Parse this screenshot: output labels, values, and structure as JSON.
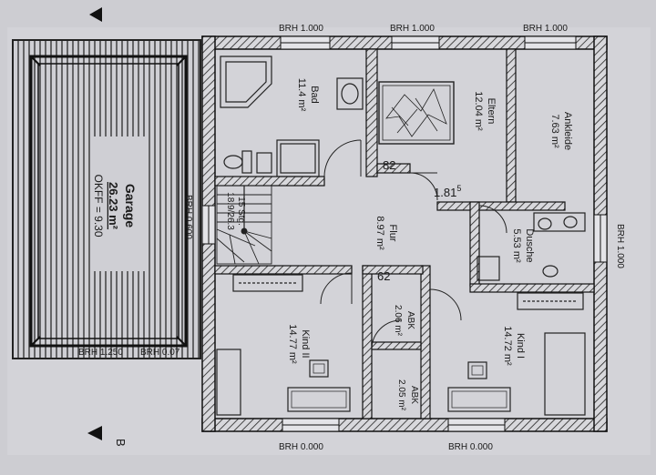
{
  "brh": {
    "top_left": "BRH 1.000",
    "top_mid": "BRH 1.000",
    "top_right": "BRH 1.000",
    "right": "BRH 1.000",
    "garage_right": "BRH 0.600",
    "garage_bottom_a": "BRH 1.250",
    "garage_bottom_b": "BRH 0.07",
    "bottom_left": "BRH 0.000",
    "bottom_right": "BRH 0.000"
  },
  "garage": {
    "name": "Garage",
    "area": "26.23 m²",
    "okff": "OKFF = 9.30"
  },
  "rooms": {
    "bad": {
      "name": "Bad",
      "area": "11.4 m²"
    },
    "eltern": {
      "name": "Eltern",
      "area": "12.04 m²"
    },
    "ankleide": {
      "name": "Ankleide",
      "area": "7.63 m²"
    },
    "flur": {
      "name": "Flur",
      "area": "8.97 m²"
    },
    "dusche": {
      "name": "Dusche",
      "area": "5.53 m²"
    },
    "kind2": {
      "name": "Kind II",
      "area": "14.77 m²"
    },
    "abk1": {
      "name": "ABK",
      "area": "2.06 m²"
    },
    "abk2": {
      "name": "ABK",
      "area": "2.05 m²"
    },
    "kind1": {
      "name": "Kind I",
      "area": "14.72 m²"
    }
  },
  "stairs": {
    "steps": "15 Stg.",
    "ratio": "18.9/26.3"
  },
  "dims": {
    "d82": "82",
    "d62": "62",
    "d181": "1.81",
    "d181_sup": "5"
  },
  "section": {
    "marker": "B"
  }
}
